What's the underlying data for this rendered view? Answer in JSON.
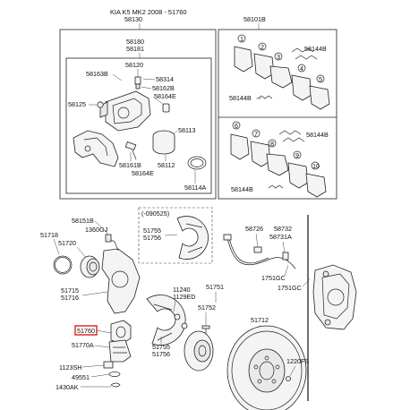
{
  "header": {
    "title": "KIA K5 MK2 2008 - 51760"
  },
  "top_box_label": "58130",
  "caliper_box_label": "58180\n58181",
  "labels": {
    "l58180": "58180",
    "l58181": "58181",
    "l58101B": "58101B",
    "l58163B": "58163B",
    "l58120": "58120",
    "l58314": "58314",
    "l58162B": "58162B",
    "l58164E_a": "58164E",
    "l58125": "58125",
    "l58144B_1": "58144B",
    "l58144B_2": "58144B",
    "l58144B_3": "58144B",
    "l58144B_4": "58144B",
    "l58113": "58113",
    "l58161B": "58161B",
    "l58112": "58112",
    "l58164E_b": "58164E",
    "l58114A": "58114A",
    "l_090525": "(-090525)",
    "l58151B": "58151B",
    "l1360GJ": "1360GJ",
    "l51718": "51718",
    "l51720": "51720",
    "l51755a": "51755",
    "l51756a": "51756",
    "l58726": "58726",
    "l58732": "58732",
    "l58731A": "58731A",
    "l51715": "51715",
    "l51716": "51716",
    "l1751GC_1": "1751GC",
    "l1751GC_2": "1751GC",
    "l11240": "11240",
    "l1129ED": "1129ED",
    "l51751": "51751",
    "l51752": "51752",
    "l51760": "51760",
    "l51770A": "51770A",
    "l51755b": "51755",
    "l51756b": "51756",
    "l51712": "51712",
    "l1123SH": "1123SH",
    "l49551": "49551",
    "l1430AK": "1430AK",
    "l1220FS": "1220FS"
  },
  "pad_callouts": [
    "1",
    "2",
    "3",
    "4",
    "5",
    "6",
    "7",
    "8",
    "9",
    "10"
  ],
  "highlight_color": "#e0201b"
}
